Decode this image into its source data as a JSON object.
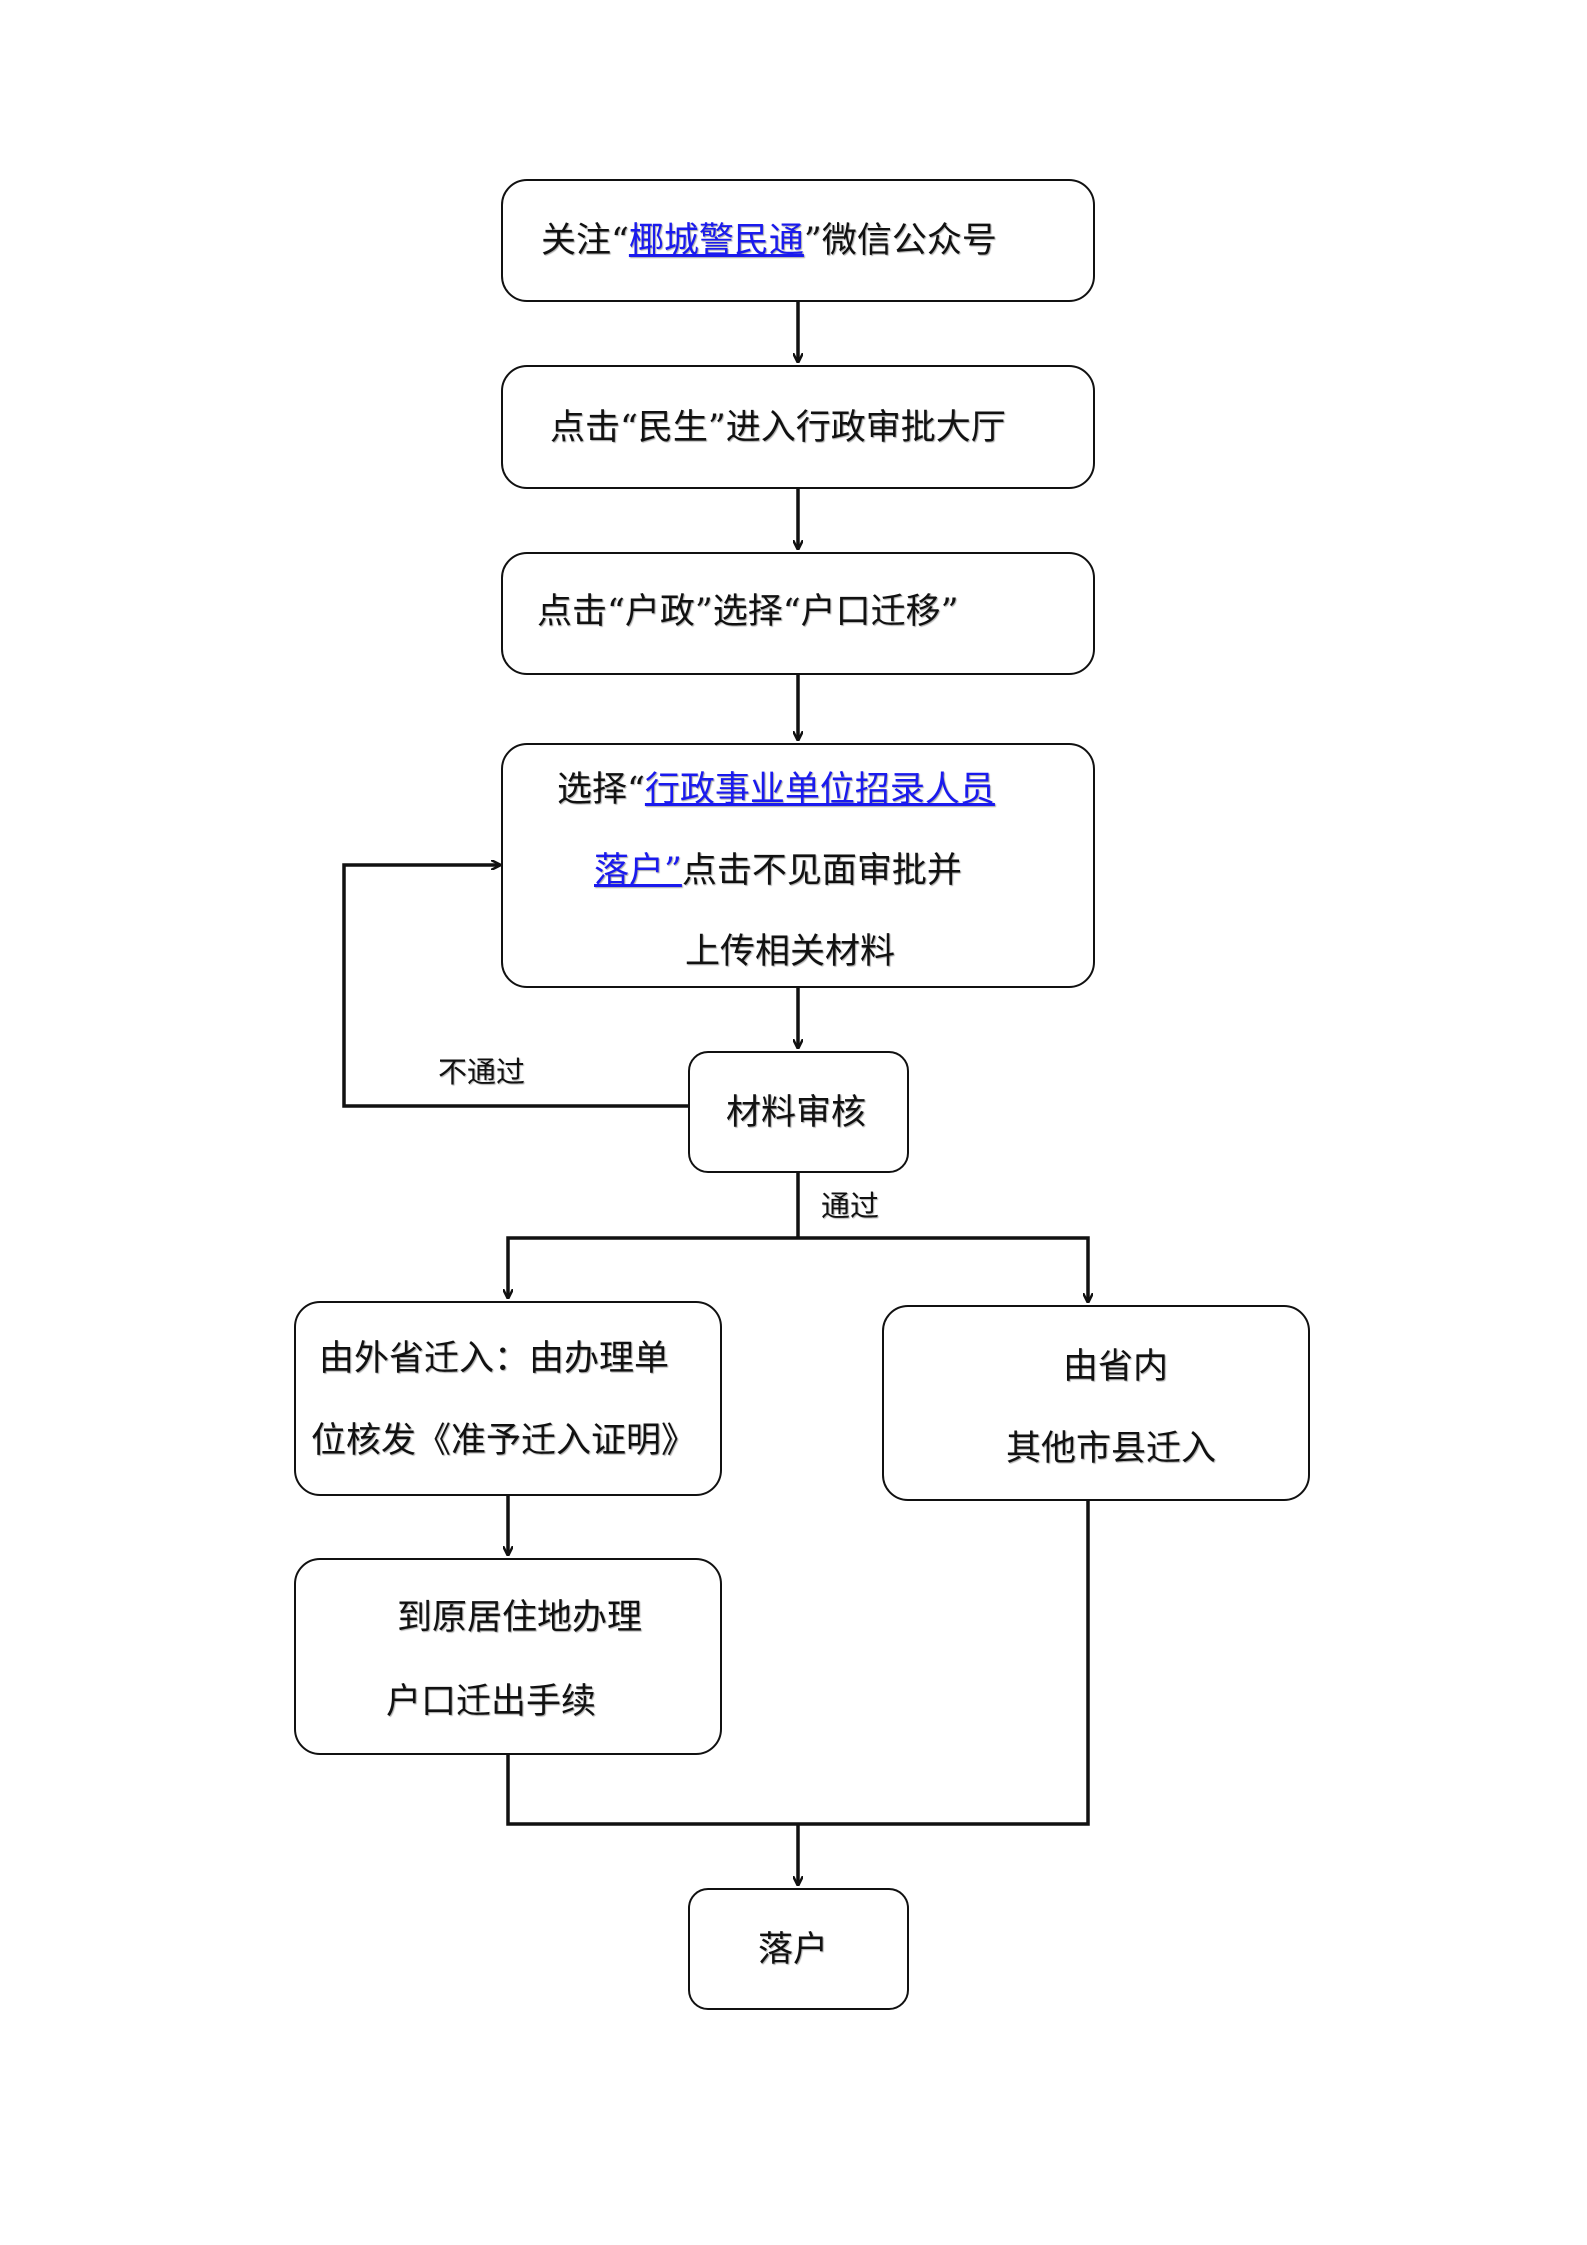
{
  "nodes": {
    "follow_account": {
      "before": "关注“",
      "link": "椰城警民通",
      "after": "”微信公众号"
    },
    "click_minsheng": {
      "text": "点击“民生”进入行政审批大厅"
    },
    "select_household": {
      "text": "点击“户政”选择“户口迁移”"
    },
    "select_service": {
      "line1_before": "选择“",
      "line1_link": "行政事业单位招录人员",
      "line2_link": "落户”",
      "line2_after": "点击不见面审批并",
      "line3": "上传相关材料"
    },
    "material_review": {
      "text": "材料审核"
    },
    "from_other_province": {
      "line1": "由外省迁入：由办理单",
      "line2": "位核发《准予迁入证明》"
    },
    "from_within_province": {
      "line1": "由省内",
      "line2": "其他市县迁入"
    },
    "move_out_procedure": {
      "line1": "到原居住地办理",
      "line2": "户口迁出手续"
    },
    "settle": {
      "text": "落户"
    }
  },
  "edge_labels": {
    "fail": "不通过",
    "pass": "通过"
  }
}
